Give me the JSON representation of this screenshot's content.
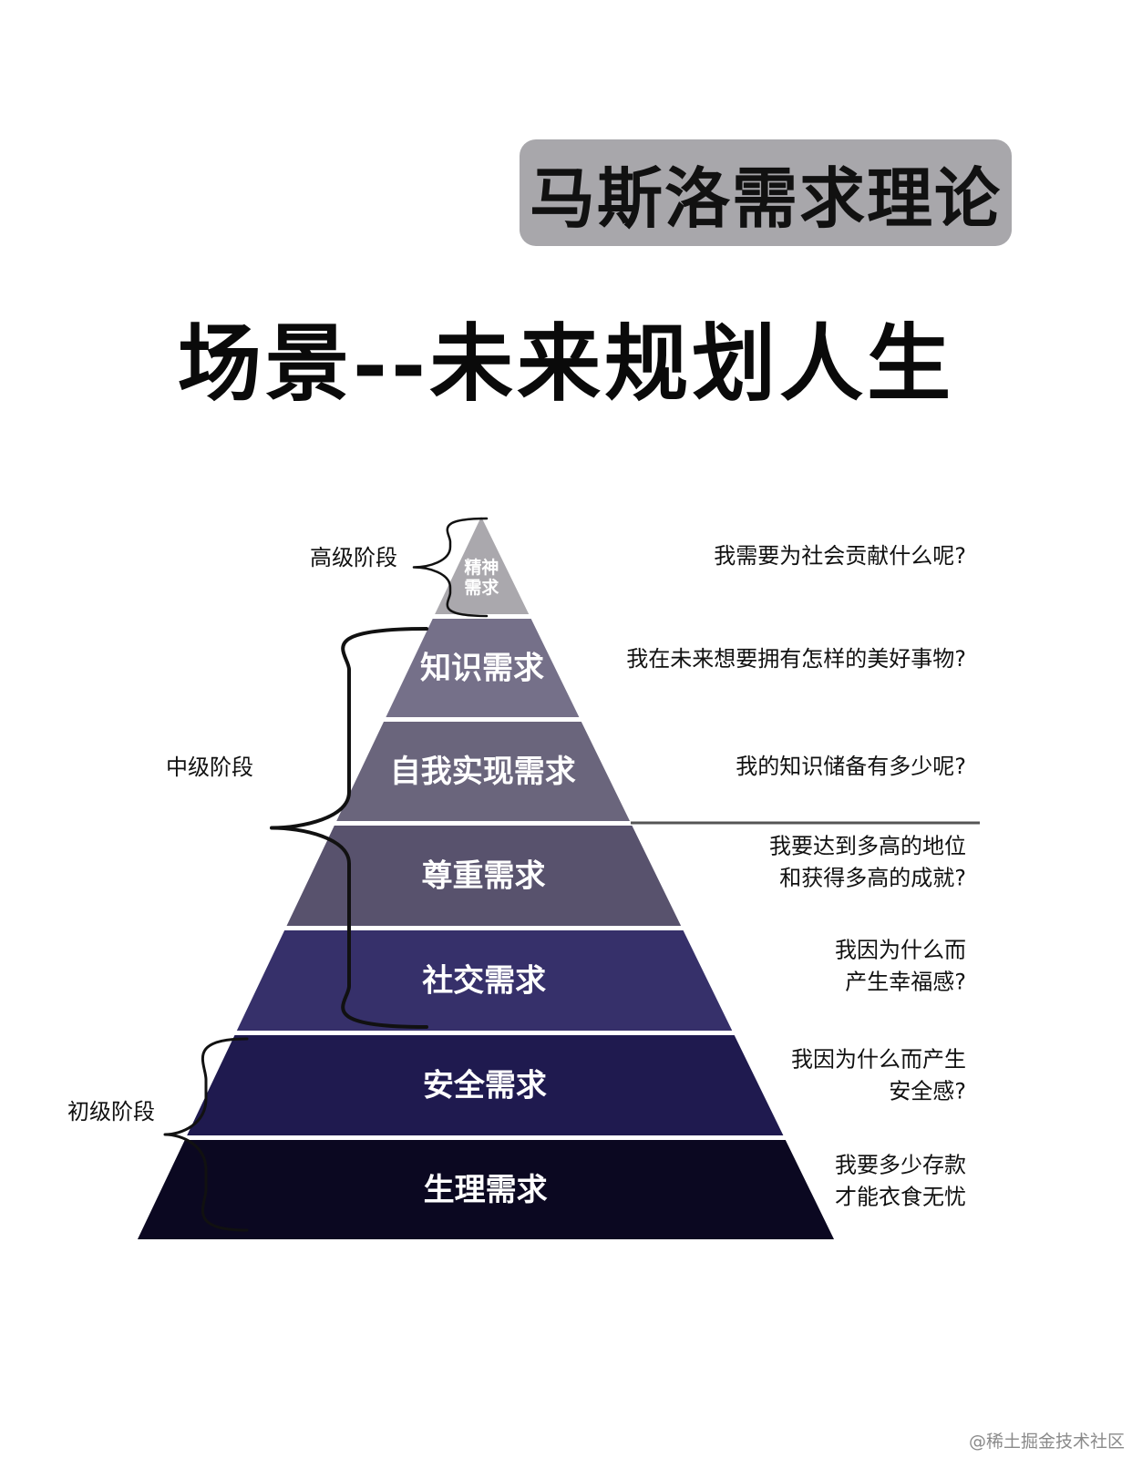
{
  "title": "马斯洛需求理论",
  "subtitle": "场景--未来规划人生",
  "pyramid": {
    "levels": [
      {
        "label_lines": [
          "精神",
          "需求"
        ],
        "color": "#aaa8ad"
      },
      {
        "label_lines": [
          "知识需求"
        ],
        "color": "#757089"
      },
      {
        "label_lines": [
          "自我实现需求"
        ],
        "color": "#6a657c"
      },
      {
        "label_lines": [
          "尊重需求"
        ],
        "color": "#58526d"
      },
      {
        "label_lines": [
          "社交需求"
        ],
        "color": "#36306a"
      },
      {
        "label_lines": [
          "安全需求"
        ],
        "color": "#1f1a4f"
      },
      {
        "label_lines": [
          "生理需求"
        ],
        "color": "#0b0821"
      }
    ]
  },
  "stages": [
    {
      "label": "高级阶段"
    },
    {
      "label": "中级阶段"
    },
    {
      "label": "初级阶段"
    }
  ],
  "questions": [
    {
      "lines": [
        "我需要为社会贡献什么呢?"
      ]
    },
    {
      "lines": [
        "我在未来想要拥有怎样的美好事物?"
      ]
    },
    {
      "lines": [
        "我的知识储备有多少呢?"
      ]
    },
    {
      "lines": [
        "我要达到多高的地位",
        "和获得多高的成就?"
      ]
    },
    {
      "lines": [
        "我因为什么而",
        "产生幸福感?"
      ]
    },
    {
      "lines": [
        "我因为什么而产生",
        "安全感?"
      ]
    },
    {
      "lines": [
        "我要多少存款",
        "才能衣食无忧"
      ]
    }
  ],
  "watermark": "@稀土掘金技术社区"
}
